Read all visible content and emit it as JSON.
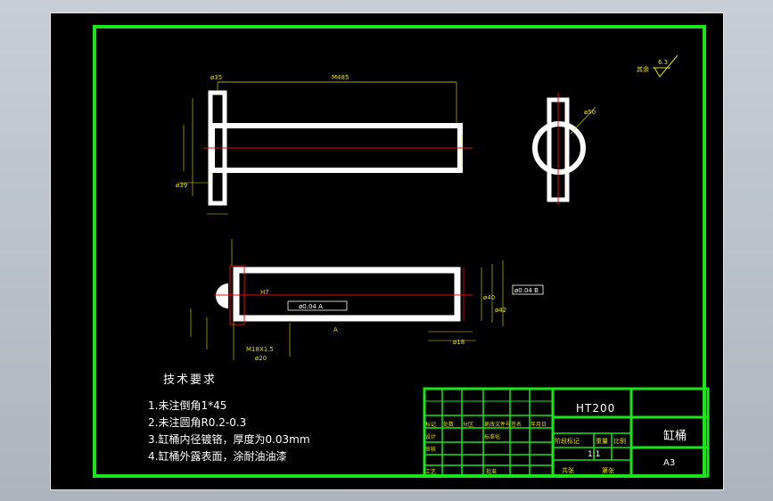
{
  "colors": {
    "frame": "#19e619",
    "part": "#ffffff",
    "dimension": "#e8e000",
    "centerline": "#e01010",
    "background": "#000000"
  },
  "drawing": {
    "top_dims": [
      "ø35",
      "M485",
      "ø39"
    ],
    "surface_finish_note": "其余",
    "surface_finish_value": "6.3",
    "view_b_label": "ø50",
    "section_labels": [
      "H7",
      "ø18",
      "ø20",
      "ø40",
      "ø42"
    ],
    "tolerance_boxes": [
      "ø0.04 A",
      "ø0.04 B"
    ],
    "thread_label": "M18X1.5",
    "datum_label": "A"
  },
  "technical_requirements": {
    "title": "技术要求",
    "items": [
      "1.未注倒角1*45",
      "2.未注圆角R0.2-0.3",
      "3.缸桶内径镀铬，厚度为0.03mm",
      "4.缸桶外露表面，涂耐油油漆"
    ]
  },
  "title_block": {
    "material": "HT200",
    "part_name": "缸桶",
    "sheet_size": "A3",
    "scale": "1:1",
    "row_labels": [
      "标记",
      "设计",
      "审核",
      "工艺"
    ],
    "headers": [
      "处数",
      "分区",
      "更改文件号",
      "签名",
      "年月日"
    ],
    "stage_labels": [
      "阶段标记",
      "重量",
      "比例"
    ],
    "bottom_labels": [
      "共张",
      "第张"
    ],
    "standardization": "标准化",
    "approval": "批准"
  }
}
